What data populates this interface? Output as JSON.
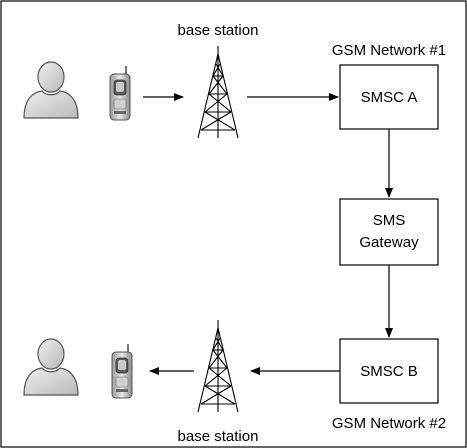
{
  "diagram": {
    "labels": {
      "base_station_top": "base station",
      "base_station_bottom": "base station",
      "gsm_network_1": "GSM Network #1",
      "gsm_network_2": "GSM Network #2"
    },
    "nodes": {
      "smsc_a": "SMSC A",
      "sms_gateway_line1": "SMS",
      "sms_gateway_line2": "Gateway",
      "smsc_b": "SMSC B"
    },
    "icons": {
      "person": "person-icon",
      "phone": "mobile-phone-icon",
      "tower": "radio-tower-icon"
    },
    "colors": {
      "stroke": "#000000",
      "background": "#ffffff"
    }
  }
}
